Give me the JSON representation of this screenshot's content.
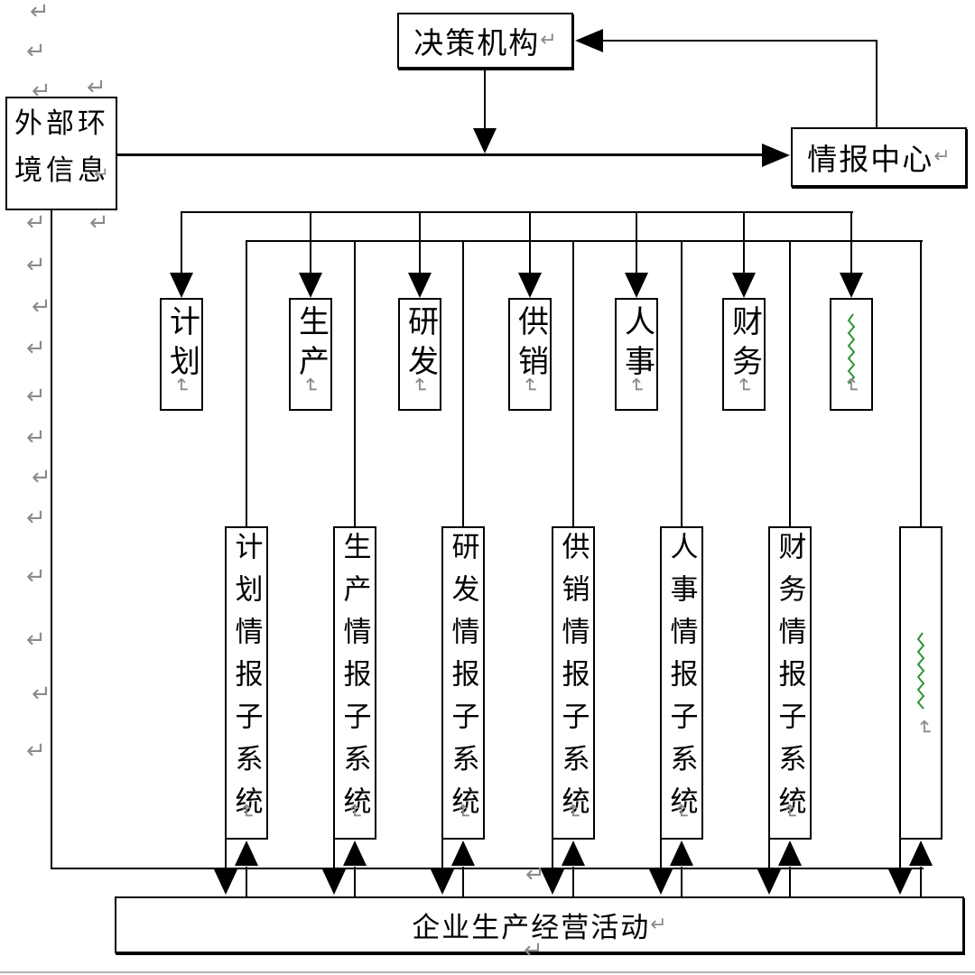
{
  "diagram": {
    "decision_body": "决策机构",
    "intel_center": "情报中心",
    "external_env": "外部环境信息",
    "bottom_activity": "企业生产经营活动",
    "departments": [
      {
        "short": "计划",
        "subsystem": "计划情报子系统",
        "placeholder": false
      },
      {
        "short": "生产",
        "subsystem": "生产情报子系统",
        "placeholder": false
      },
      {
        "short": "研发",
        "subsystem": "研发情报子系统",
        "placeholder": false
      },
      {
        "short": "供销",
        "subsystem": "供销情报子系统",
        "placeholder": false
      },
      {
        "short": "人事",
        "subsystem": "人事情报子系统",
        "placeholder": false
      },
      {
        "short": "财务",
        "subsystem": "财务情报子系统",
        "placeholder": false
      },
      {
        "short": "",
        "subsystem": "",
        "placeholder": true
      }
    ],
    "marks": {
      "return_glyph": "↵"
    },
    "colors": {
      "line": "#000000",
      "mark_gray": "#8b8b8b",
      "squiggle_green": "#2f9433",
      "background": "#ffffff"
    }
  }
}
